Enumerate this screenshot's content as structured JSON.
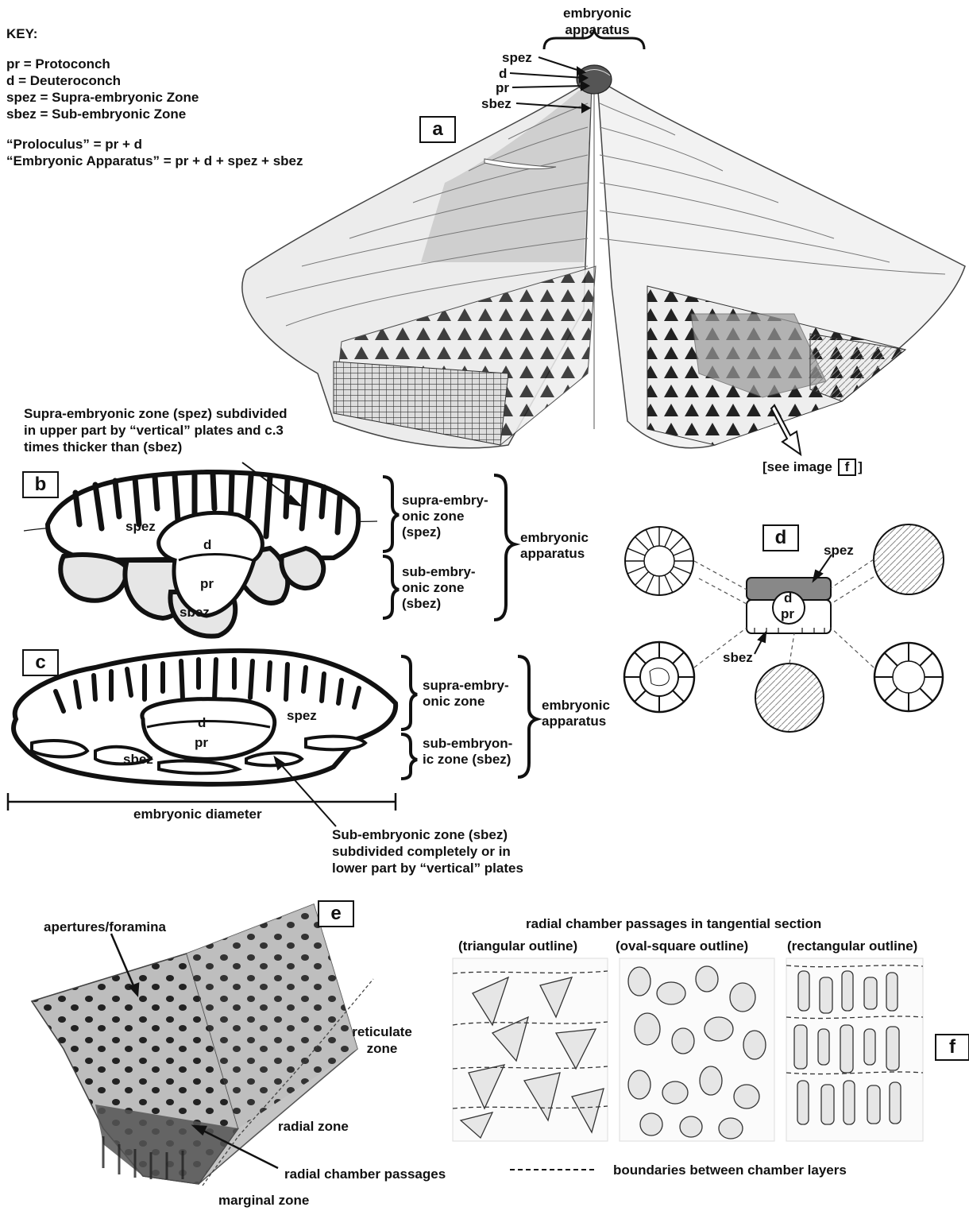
{
  "key": {
    "title": "KEY:",
    "lines": [
      "pr = Protoconch",
      "d = Deuteroconch",
      "spez = Supra-embryonic Zone",
      "sbez = Sub-embryonic Zone"
    ],
    "formulas": [
      "“Proloculus” = pr + d",
      "“Embryonic Apparatus” = pr + d + spez + sbez"
    ]
  },
  "panel_a": {
    "label": "a",
    "top_label_1": "embryonic",
    "top_label_2": "apparatus",
    "callouts": [
      "spez",
      "d",
      "pr",
      "sbez"
    ],
    "see_image_prefix": "[see image",
    "see_image_ref": "f",
    "see_image_suffix": "]"
  },
  "panel_b": {
    "label": "b",
    "annotation": [
      "Supra-embryonic zone (spez) subdivided",
      "in upper part by “vertical” plates and c.3",
      "times thicker than (sbez)"
    ],
    "inner": {
      "spez": "spez",
      "d": "d",
      "pr": "pr",
      "sbez": "sbez"
    },
    "bracket_upper": [
      "supra-embry-",
      "onic zone",
      "(spez)"
    ],
    "bracket_lower": [
      "sub-embry-",
      "onic zone",
      "(sbez)"
    ],
    "bracket_outer": [
      "embryonic",
      "apparatus"
    ]
  },
  "panel_c": {
    "label": "c",
    "inner": {
      "spez": "spez",
      "d": "d",
      "pr": "pr",
      "sbez": "sbez"
    },
    "bracket_upper": [
      "supra-embry-",
      "onic zone"
    ],
    "bracket_lower": [
      "sub-embryon-",
      "ic zone (sbez)"
    ],
    "bracket_outer": [
      "embryonic",
      "apparatus"
    ],
    "diameter_label": "embryonic diameter",
    "annotation": [
      "Sub-embryonic zone (sbez)",
      "subdivided completely or in",
      "lower part by “vertical” plates"
    ]
  },
  "panel_d": {
    "label": "d",
    "labels": {
      "spez": "spez",
      "d": "d",
      "pr": "pr",
      "sbez": "sbez"
    }
  },
  "panel_e": {
    "label": "e",
    "apertures": "apertures/foramina",
    "reticulate": [
      "reticulate",
      "zone"
    ],
    "radial_zone": "radial zone",
    "radial_passages": "radial chamber passages",
    "marginal_zone": "marginal zone"
  },
  "panel_f": {
    "label": "f",
    "title": "radial chamber passages in tangential section",
    "columns": [
      "(triangular outline)",
      "(oval-square outline)",
      "(rectangular outline)"
    ],
    "legend": "boundaries between chamber layers"
  }
}
